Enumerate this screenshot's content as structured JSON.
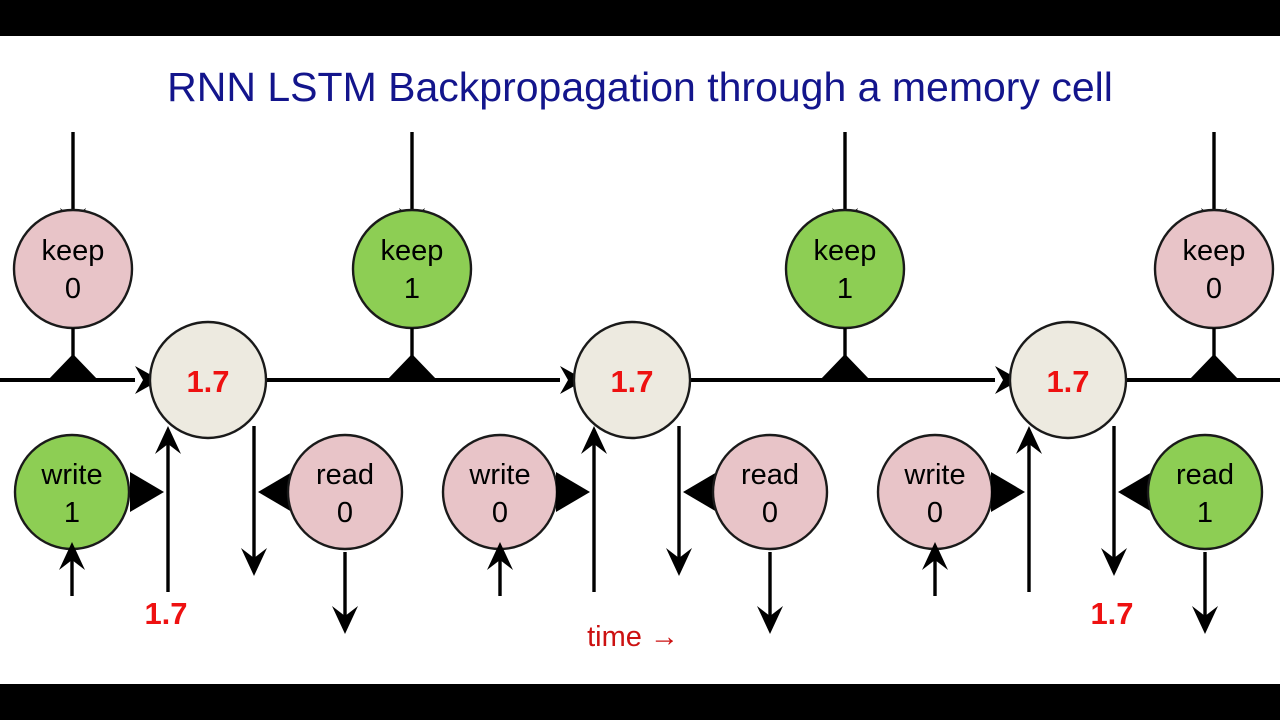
{
  "page": {
    "title": "RNN LSTM Backpropagation through a memory cell",
    "title_color": "#13158c",
    "background": "#ffffff",
    "letterbox_color": "#000000"
  },
  "colors": {
    "gate_on": "#8dce54",
    "gate_off": "#e8c4c8",
    "memory_cell": "#edeae0",
    "gradient_text": "#ee1111",
    "time_text": "#cc1111",
    "wire": "#000000"
  },
  "legend": {
    "time_axis": "time →"
  },
  "keep_gates": [
    {
      "name": "keep",
      "value": "0",
      "state": "off"
    },
    {
      "name": "keep",
      "value": "1",
      "state": "on"
    },
    {
      "name": "keep",
      "value": "1",
      "state": "on"
    },
    {
      "name": "keep",
      "value": "0",
      "state": "off"
    }
  ],
  "memory_cells": [
    {
      "value": "1.7"
    },
    {
      "value": "1.7"
    },
    {
      "value": "1.7"
    }
  ],
  "write_gates": [
    {
      "name": "write",
      "value": "1",
      "state": "on"
    },
    {
      "name": "write",
      "value": "0",
      "state": "off"
    },
    {
      "name": "write",
      "value": "0",
      "state": "off"
    }
  ],
  "read_gates": [
    {
      "name": "read",
      "value": "0",
      "state": "off"
    },
    {
      "name": "read",
      "value": "0",
      "state": "off"
    },
    {
      "name": "read",
      "value": "1",
      "state": "on"
    }
  ],
  "gradient_labels": [
    {
      "value": "1.7",
      "position": "input-of-cell-1"
    },
    {
      "value": "1.7",
      "position": "output-of-cell-3"
    }
  ],
  "chart_data": {
    "type": "diagram",
    "title": "RNN LSTM Backpropagation through a memory cell",
    "description": "LSTM memory cell unrolled over three time steps showing keep, write and read gates and the backpropagated gradient value 1.7.",
    "xlabel": "time →",
    "timesteps": [
      {
        "index": 1,
        "keep": 0,
        "write": 1,
        "read": 0,
        "cell_value": 1.7,
        "gradient_out": 1.7
      },
      {
        "index": 2,
        "keep": 1,
        "write": 0,
        "read": 0,
        "cell_value": 1.7,
        "gradient_out": null
      },
      {
        "index": 3,
        "keep": 1,
        "write": 0,
        "read": 1,
        "cell_value": 1.7,
        "gradient_out": 1.7
      },
      {
        "index": 4,
        "keep": 0,
        "write": null,
        "read": null,
        "cell_value": null,
        "gradient_out": null
      }
    ]
  }
}
